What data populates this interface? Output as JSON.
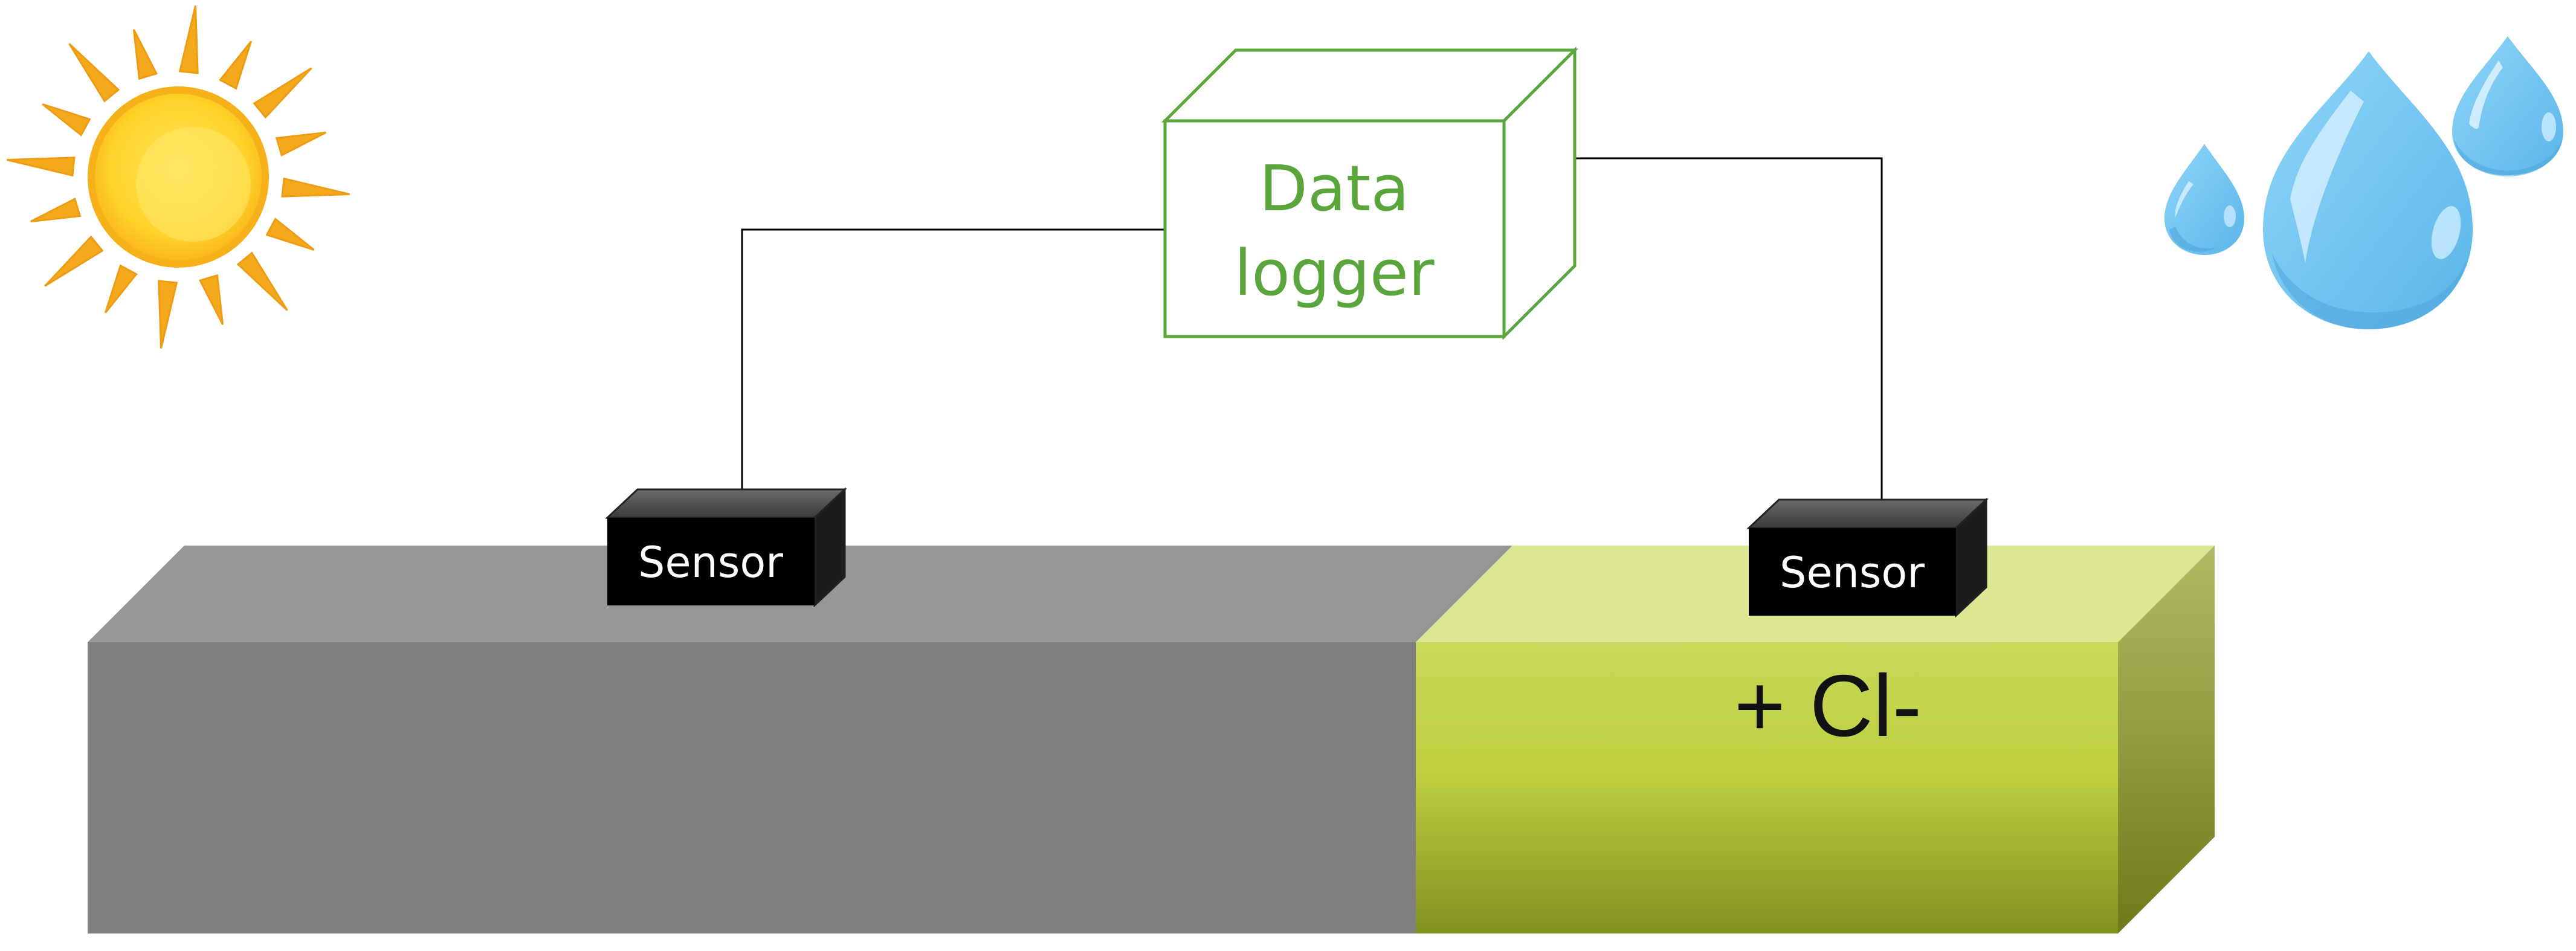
{
  "data_logger": {
    "line1": "Data",
    "line2": "logger"
  },
  "sensors": [
    {
      "label": "Sensor"
    },
    {
      "label": "Sensor"
    }
  ],
  "chloride_label": "+ Cl-",
  "colors": {
    "logger_stroke": "#5aa63d",
    "logger_text": "#5aa63d",
    "sensor_body": "#000000",
    "sensor_text": "#ffffff",
    "wire": "#000000",
    "reference_block_front": "#7f7f7f",
    "reference_block_top": "#969696",
    "chloride_block_top": "#dce693",
    "chloride_block_front_top": "#c6d64f",
    "chloride_block_front_bottom": "#859223",
    "chloride_block_side": "#a5ae55",
    "sun_core": "#ffd21a",
    "sun_rays": "#f4a81c",
    "water_drop": "#6cc4f3"
  },
  "icons": [
    "sun-icon",
    "water-drops-icon"
  ]
}
